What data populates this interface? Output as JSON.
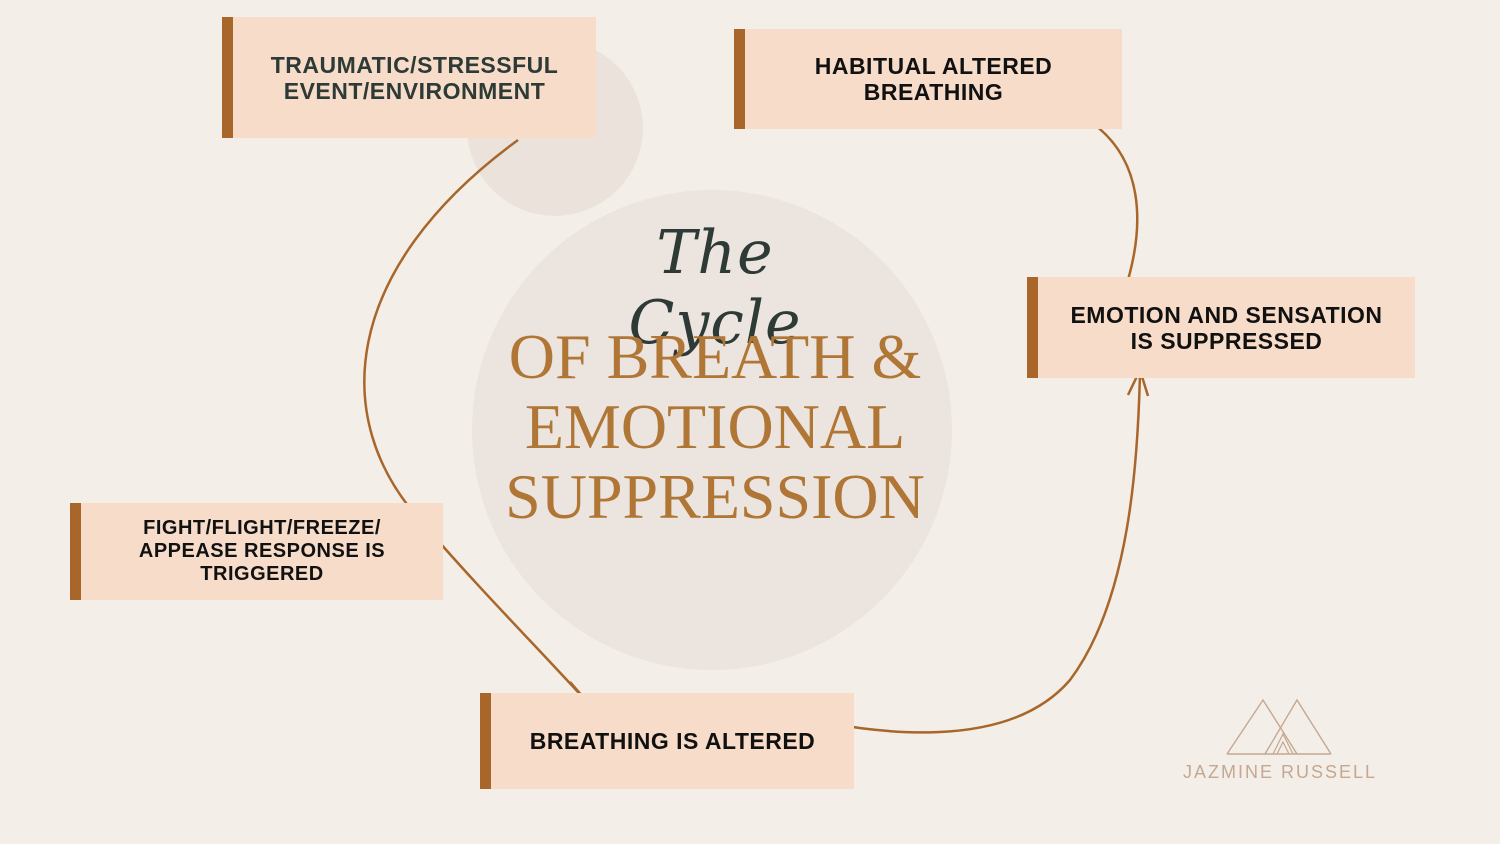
{
  "diagram": {
    "script_title": "The Cycle",
    "title_lines": [
      "OF BREATH &",
      "EMOTIONAL",
      "SUPPRESSION"
    ],
    "nodes": {
      "traumatic": "TRAUMATIC/STRESSFUL\nEVENT/ENVIRONMENT",
      "habitual": "HABITUAL ALTERED\nBREATHING",
      "emotion": "EMOTION AND SENSATION\nIS SUPPRESSED",
      "fight": "FIGHT/FLIGHT/FREEZE/\nAPPEASE RESPONSE IS\nTRIGGERED",
      "breathing": "BREATHING IS ALTERED"
    },
    "edges": [
      {
        "from": "traumatic",
        "to": "breathing"
      },
      {
        "from": "breathing",
        "to": "emotion"
      },
      {
        "from": "emotion",
        "to": "habitual"
      }
    ]
  },
  "logo": {
    "text": "JAZMINE RUSSELL"
  },
  "colors": {
    "background": "#f4eee9",
    "box_fill": "#f6dcc9",
    "accent": "#a8662a",
    "title": "#b07636",
    "dark_text": "#2e3a36"
  }
}
